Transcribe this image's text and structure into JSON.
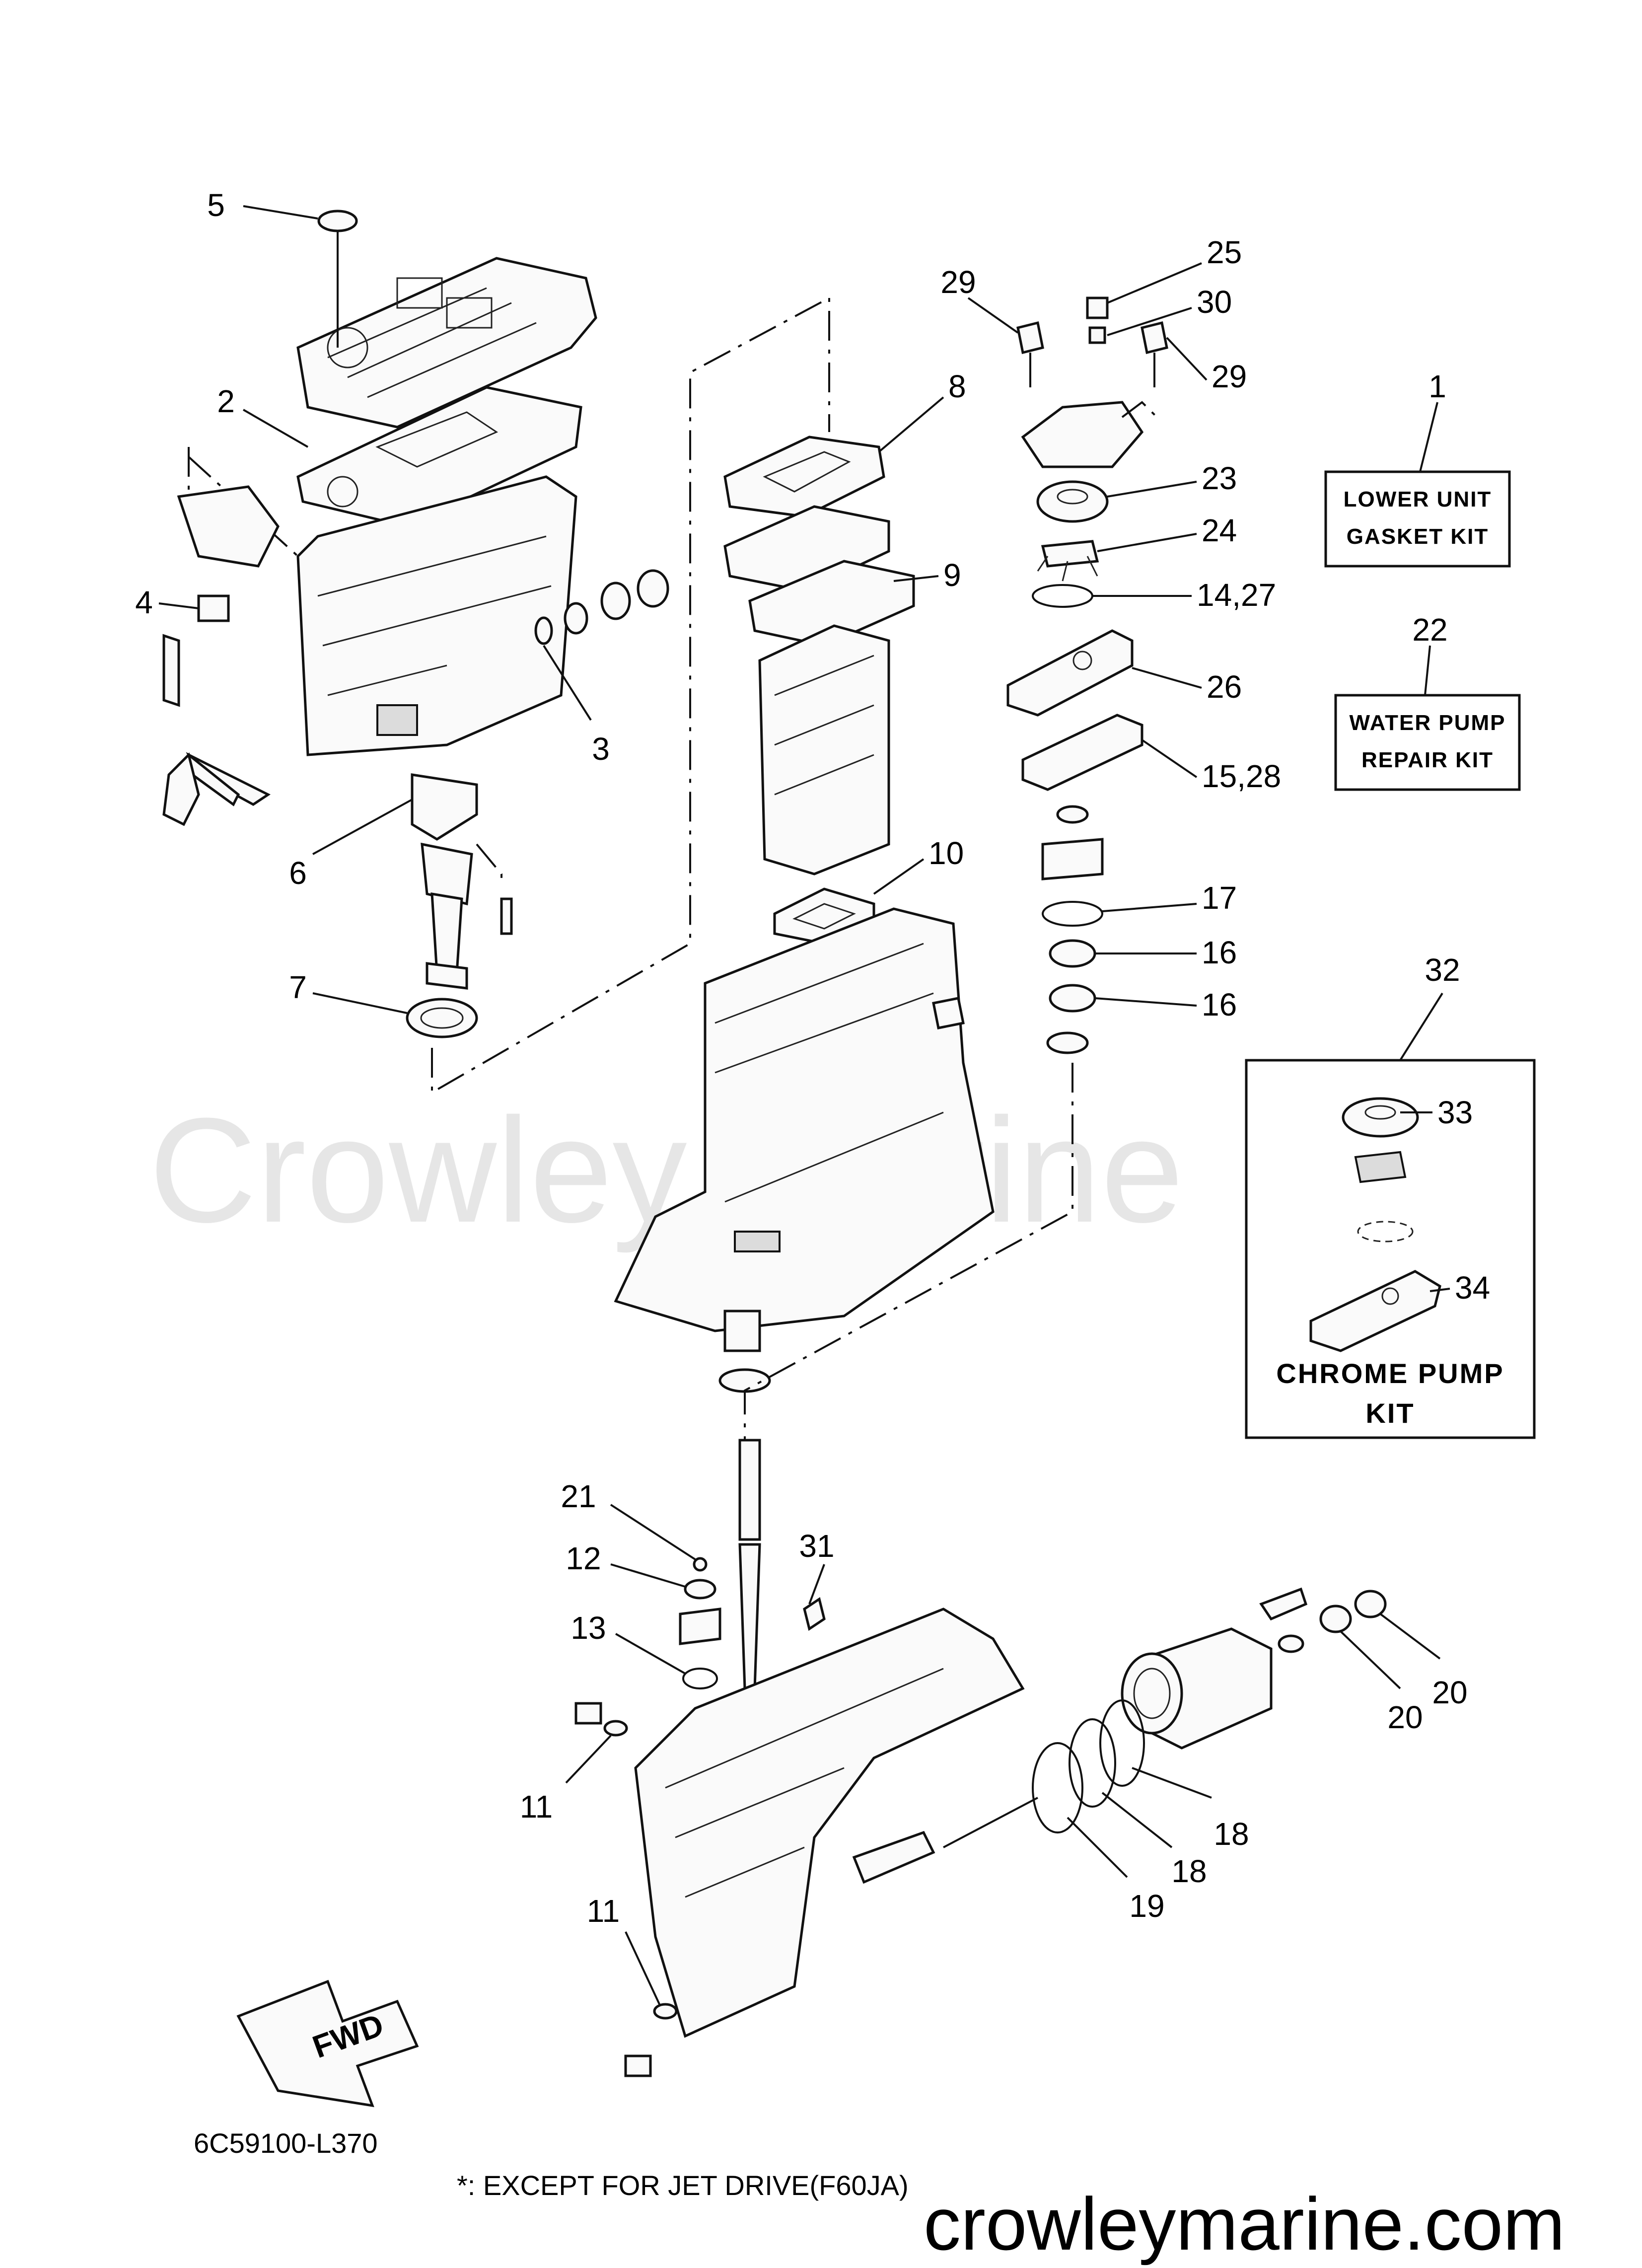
{
  "watermark": "Crowley Marine",
  "website": "crowleymarine.com",
  "diagram_code": "6C59100-L370",
  "footnote": "*: EXCEPT FOR JET DRIVE(F60JA)",
  "fwd_label": "FWD",
  "kits": {
    "lower_unit": {
      "number": "1",
      "line1": "LOWER UNIT",
      "line2": "GASKET KIT"
    },
    "water_pump": {
      "number": "22",
      "line1": "WATER PUMP",
      "line2": "REPAIR KIT"
    },
    "chrome_pump": {
      "number": "32",
      "line1": "CHROME PUMP",
      "line2": "KIT",
      "sub_parts": [
        "33",
        "34"
      ]
    }
  },
  "callouts": {
    "c2": "2",
    "c3": "3",
    "c4": "4",
    "c5": "5",
    "c6": "6",
    "c7": "7",
    "c8": "8",
    "c9": "9",
    "c10": "10",
    "c11a": "11",
    "c11b": "11",
    "c12": "12",
    "c13": "13",
    "c14_27": "14,27",
    "c15_28": "15,28",
    "c16a": "16",
    "c16b": "16",
    "c17": "17",
    "c18a": "18",
    "c18b": "18",
    "c19": "19",
    "c20a": "20",
    "c20b": "20",
    "c21": "21",
    "c23": "23",
    "c24": "24",
    "c25": "25",
    "c26": "26",
    "c29a": "29",
    "c29b": "29",
    "c30": "30",
    "c31": "31",
    "c33": "33",
    "c34": "34"
  }
}
